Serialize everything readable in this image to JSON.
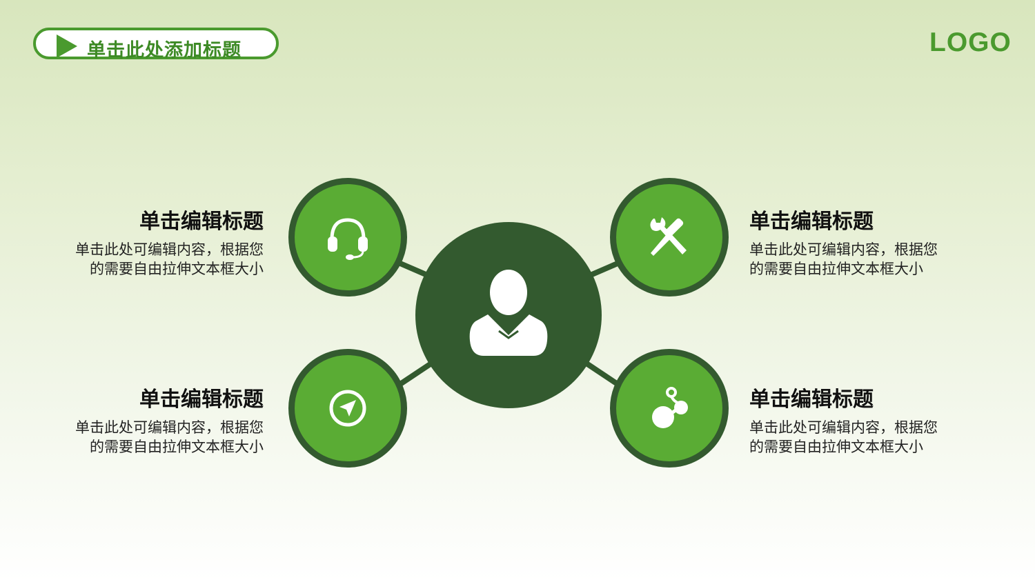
{
  "header": {
    "title": "单击此处添加标题",
    "logo": "LOGO"
  },
  "colors": {
    "accent": "#4a9a2e",
    "node": "#5aac34",
    "dark": "#335a2f"
  },
  "center": {
    "icon": "person-icon"
  },
  "items": [
    {
      "icon": "headset-icon",
      "title": "单击编辑标题",
      "desc": "单击此处可编辑内容，根据您的需要自由拉伸文本框大小"
    },
    {
      "icon": "tools-icon",
      "title": "单击编辑标题",
      "desc": "单击此处可编辑内容，根据您的需要自由拉伸文本框大小"
    },
    {
      "icon": "navigation-icon",
      "title": "单击编辑标题",
      "desc": "单击此处可编辑内容，根据您的需要自由拉伸文本框大小"
    },
    {
      "icon": "link-icon",
      "title": "单击编辑标题",
      "desc": "单击此处可编辑内容，根据您的需要自由拉伸文本框大小"
    }
  ]
}
